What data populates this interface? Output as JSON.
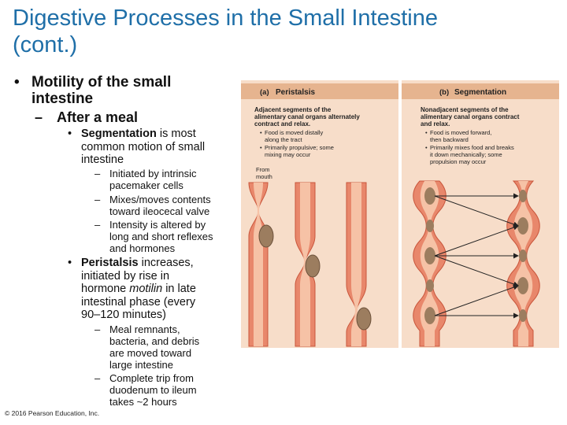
{
  "slide": {
    "title_line1": "Digestive Processes in the Small Intestine",
    "title_line2": "(cont.)",
    "bullet1_line1": "Motility of the small",
    "bullet1_line2": "intestine",
    "sub1": "After a meal",
    "seg_bold": "Segmentation",
    "seg_rest": " is most",
    "seg_line2": "common motion of small",
    "seg_line3": "intestine",
    "seg_points": [
      [
        "Initiated by intrinsic",
        "pacemaker cells"
      ],
      [
        "Mixes/moves contents",
        "toward ileocecal valve"
      ],
      [
        "Intensity is altered by",
        "long and short reflexes",
        "and hormones"
      ]
    ],
    "per_bold": "Peristalsis",
    "per_rest": " increases,",
    "per_line2": "initiated by rise in",
    "per_line3_a": "hormone ",
    "per_line3_italic": "motilin",
    "per_line3_b": " in late",
    "per_line4": "intestinal phase (every",
    "per_line5": "90–120 minutes)",
    "per_points": [
      [
        "Meal remnants,",
        "bacteria, and debris",
        "are moved toward",
        "large intestine"
      ],
      [
        "Complete trip from",
        "duodenum to ileum",
        "takes ~2 hours"
      ]
    ],
    "copyright": "© 2016 Pearson Education, Inc."
  },
  "figure": {
    "panel_a": {
      "letter": "(a)",
      "title": "Peristalsis",
      "desc": [
        "Adjacent segments of the",
        "alimentary canal organs alternately",
        "contract and relax."
      ],
      "bullets": [
        [
          "Food is moved distally",
          "along the tract"
        ],
        [
          "Primarily propulsive; some",
          "mixing may occur"
        ]
      ],
      "from_label": [
        "From",
        "mouth"
      ]
    },
    "panel_b": {
      "letter": "(b)",
      "title": "Segmentation",
      "desc": [
        "Nonadjacent segments of the",
        "alimentary canal organs contract",
        "and relax."
      ],
      "bullets": [
        [
          "Food is moved forward,",
          "then backward"
        ],
        [
          "Primarily mixes food and breaks",
          "it down mechanically; some",
          "propulsion may occur"
        ]
      ]
    },
    "colors": {
      "panel_bg": "#f7ddc9",
      "header_bg": "#e6b48f",
      "wall": "#e8876b",
      "wall_edge": "#c9563c",
      "lumen": "#f6c2a6",
      "bolus": "#9c7d5f",
      "arrow": "#222222"
    }
  }
}
